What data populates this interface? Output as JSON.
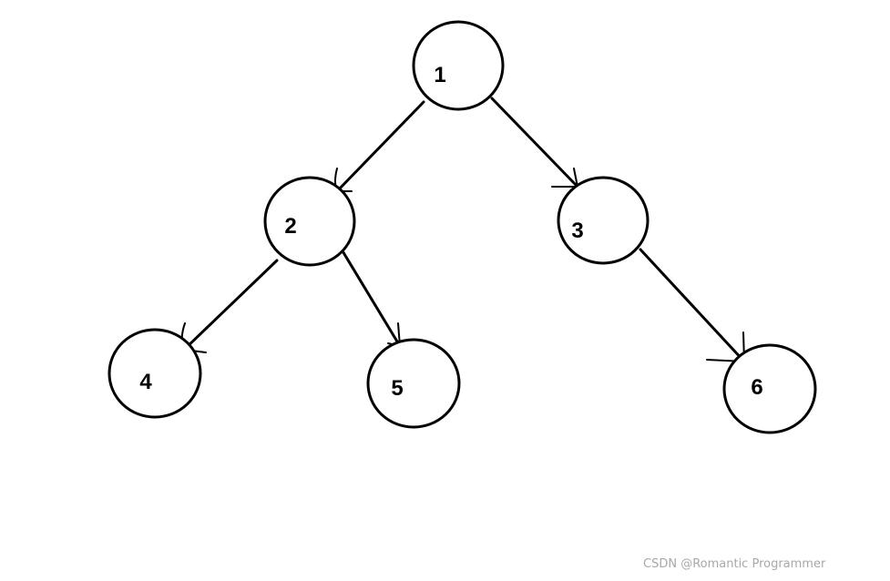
{
  "diagram": {
    "type": "binary-tree",
    "nodes": [
      {
        "id": "1",
        "label": "1"
      },
      {
        "id": "2",
        "label": "2"
      },
      {
        "id": "3",
        "label": "3"
      },
      {
        "id": "4",
        "label": "4"
      },
      {
        "id": "5",
        "label": "5"
      },
      {
        "id": "6",
        "label": "6"
      }
    ],
    "edges": [
      {
        "from": "1",
        "to": "2"
      },
      {
        "from": "1",
        "to": "3"
      },
      {
        "from": "2",
        "to": "4"
      },
      {
        "from": "2",
        "to": "5"
      },
      {
        "from": "3",
        "to": "6"
      }
    ],
    "colors": {
      "stroke": "#000000",
      "fill": "#ffffff",
      "watermark": "#a8a8a8"
    }
  },
  "watermark": {
    "text": "CSDN @Romantic Programmer"
  }
}
